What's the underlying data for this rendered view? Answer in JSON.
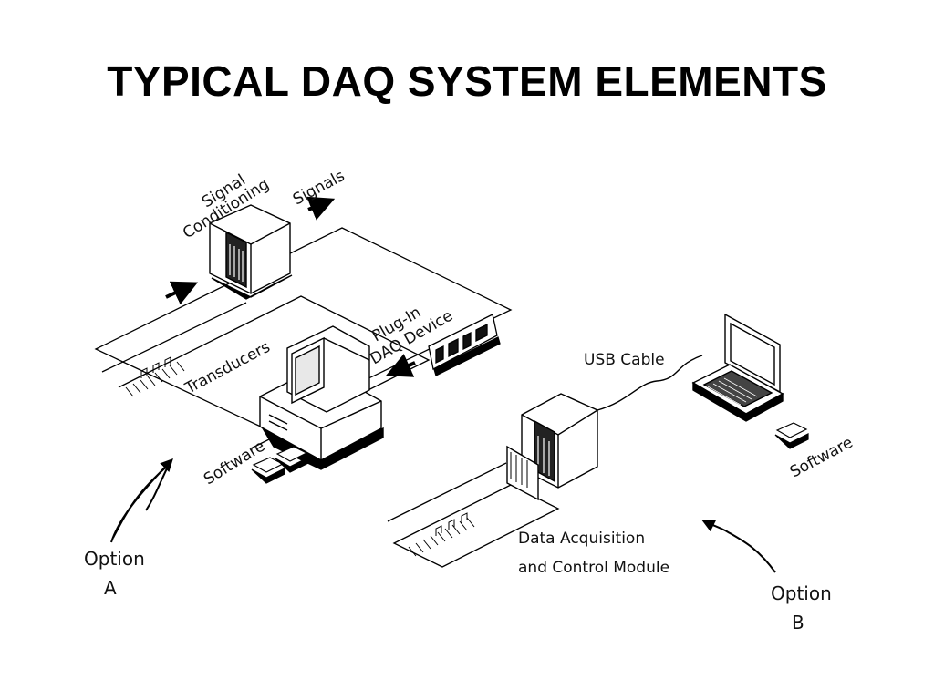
{
  "title": "TYPICAL DAQ SYSTEM ELEMENTS",
  "labels": {
    "signal_conditioning_1": "Signal",
    "signal_conditioning_2": "Conditioning",
    "signals": "Signals",
    "plug_in_1": "Plug-In",
    "plug_in_2": "DAQ Device",
    "transducers": "Transducers",
    "software_a": "Software",
    "usb_cable": "USB Cable",
    "software_b": "Software",
    "module_1": "Data Acquisition",
    "module_2": "and Control Module",
    "option_a_1": "Option",
    "option_a_2": "A",
    "option_b_1": "Option",
    "option_b_2": "B"
  },
  "colors": {
    "ink": "#000000",
    "paper": "#ffffff"
  }
}
